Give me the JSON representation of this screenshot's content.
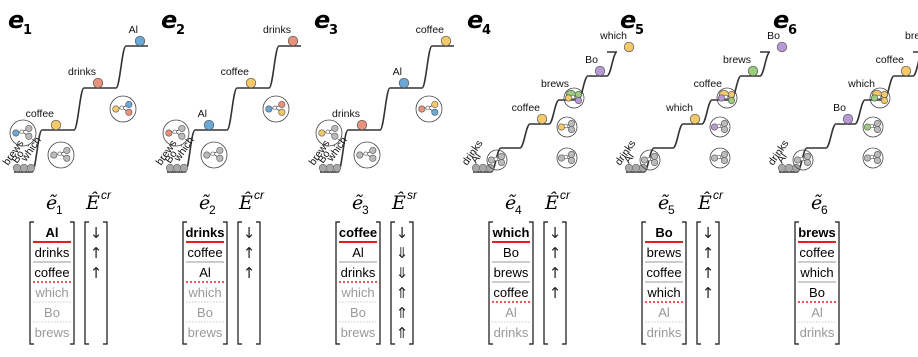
{
  "panels": [
    {
      "letter": "e",
      "index": "1",
      "steps": [
        {
          "word": "Al",
          "color": "#6aa8d8"
        },
        {
          "word": "drinks",
          "color": "#e8927c"
        },
        {
          "word": "coffee",
          "color": "#f5c96a"
        }
      ],
      "stack_words": [
        "brews",
        "Bo",
        "which"
      ],
      "tilde_var": "ẽ",
      "tilde_sub": "1",
      "E_sup": "cr",
      "rows": [
        {
          "text": "Al",
          "style": "bold"
        },
        {
          "text": "drinks",
          "style": "normal"
        },
        {
          "text": "coffee",
          "style": "normal"
        },
        {
          "text": "which",
          "style": "dim"
        },
        {
          "text": "Bo",
          "style": "dim"
        },
        {
          "text": "brews",
          "style": "dim"
        }
      ],
      "arrows": [
        "↓",
        "↑",
        "↑"
      ]
    },
    {
      "letter": "e",
      "index": "2",
      "steps": [
        {
          "word": "drinks",
          "color": "#e8927c"
        },
        {
          "word": "coffee",
          "color": "#f5c96a"
        },
        {
          "word": "Al",
          "color": "#6aa8d8"
        }
      ],
      "stack_words": [
        "brews",
        "Bo",
        "which"
      ],
      "tilde_var": "ẽ",
      "tilde_sub": "2",
      "E_sup": "cr",
      "rows": [
        {
          "text": "drinks",
          "style": "bold"
        },
        {
          "text": "coffee",
          "style": "normal"
        },
        {
          "text": "Al",
          "style": "normal"
        },
        {
          "text": "which",
          "style": "dim"
        },
        {
          "text": "Bo",
          "style": "dim"
        },
        {
          "text": "brews",
          "style": "dim"
        }
      ],
      "arrows": [
        "↓",
        "↑",
        "↑"
      ]
    },
    {
      "letter": "e",
      "index": "3",
      "steps": [
        {
          "word": "coffee",
          "color": "#f5c96a"
        },
        {
          "word": "Al",
          "color": "#6aa8d8"
        },
        {
          "word": "drinks",
          "color": "#e8927c"
        }
      ],
      "stack_words": [
        "brews",
        "Bo",
        "which"
      ],
      "tilde_var": "ẽ",
      "tilde_sub": "3",
      "E_sup": "sr",
      "rows": [
        {
          "text": "coffee",
          "style": "bold"
        },
        {
          "text": "Al",
          "style": "normal"
        },
        {
          "text": "drinks",
          "style": "normal"
        },
        {
          "text": "which",
          "style": "dim"
        },
        {
          "text": "Bo",
          "style": "dim"
        },
        {
          "text": "brews",
          "style": "dim"
        }
      ],
      "arrows": [
        "↓",
        "⇓",
        "⇓",
        "⇑",
        "⇑",
        "⇑"
      ]
    },
    {
      "letter": "e",
      "index": "4",
      "steps": [
        {
          "word": "which",
          "color": "#f5c96a"
        },
        {
          "word": "Bo",
          "color": "#b99ad6"
        },
        {
          "word": "brews",
          "color": "#9ccc7e"
        },
        {
          "word": "coffee",
          "color": "#f5c96a"
        }
      ],
      "stack_words": [
        "drinks",
        "Al"
      ],
      "tilde_var": "ẽ",
      "tilde_sub": "4",
      "E_sup": "cr",
      "rows": [
        {
          "text": "which",
          "style": "bold"
        },
        {
          "text": "Bo",
          "style": "normal"
        },
        {
          "text": "brews",
          "style": "normal"
        },
        {
          "text": "coffee",
          "style": "normal"
        },
        {
          "text": "Al",
          "style": "dim"
        },
        {
          "text": "drinks",
          "style": "dim"
        }
      ],
      "arrows": [
        "↓",
        "↑",
        "↑",
        "↑"
      ]
    },
    {
      "letter": "e",
      "index": "5",
      "steps": [
        {
          "word": "Bo",
          "color": "#b99ad6"
        },
        {
          "word": "brews",
          "color": "#9ccc7e"
        },
        {
          "word": "coffee",
          "color": "#f5c96a"
        },
        {
          "word": "which",
          "color": "#f5c96a"
        }
      ],
      "stack_words": [
        "drinks",
        "Al"
      ],
      "tilde_var": "ẽ",
      "tilde_sub": "5",
      "E_sup": "cr",
      "rows": [
        {
          "text": "Bo",
          "style": "bold"
        },
        {
          "text": "brews",
          "style": "normal"
        },
        {
          "text": "coffee",
          "style": "normal"
        },
        {
          "text": "which",
          "style": "normal"
        },
        {
          "text": "Al",
          "style": "dim"
        },
        {
          "text": "drinks",
          "style": "dim"
        }
      ],
      "arrows": [
        "↓",
        "↑",
        "↑",
        "↑"
      ]
    },
    {
      "letter": "e",
      "index": "6",
      "steps": [
        {
          "word": "brews",
          "color": "#9ccc7e"
        },
        {
          "word": "coffee",
          "color": "#f5c96a"
        },
        {
          "word": "which",
          "color": "#f5c96a"
        },
        {
          "word": "Bo",
          "color": "#b99ad6"
        }
      ],
      "stack_words": [
        "drinks",
        "Al"
      ],
      "tilde_var": "ẽ",
      "tilde_sub": "6",
      "E_sup": "",
      "rows": [
        {
          "text": "brews",
          "style": "bold"
        },
        {
          "text": "coffee",
          "style": "normal"
        },
        {
          "text": "which",
          "style": "normal"
        },
        {
          "text": "Bo",
          "style": "normal"
        },
        {
          "text": "Al",
          "style": "dim"
        },
        {
          "text": "drinks",
          "style": "dim"
        }
      ],
      "arrows": []
    }
  ],
  "E_symbol": "Ê",
  "colors": {
    "solid_separator": "#e02020",
    "dotted_separator": "#e02020",
    "stack_ball": "#a8a8a8",
    "mini_node": "#cccccc"
  }
}
